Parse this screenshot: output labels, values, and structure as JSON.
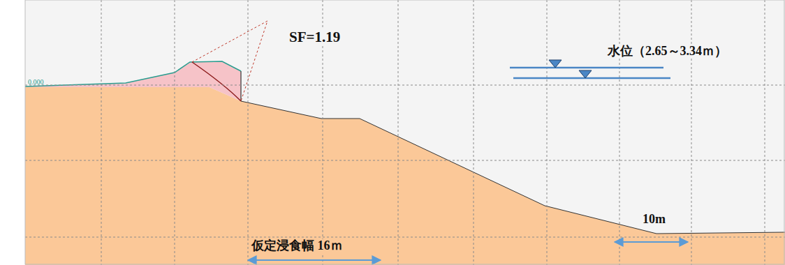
{
  "diagram": {
    "labels": [
      "SF=1.19",
      "水位（2.65～3.34ｍ）",
      "10m",
      "仮定浸食幅 16ｍ",
      "0.000"
    ]
  }
}
